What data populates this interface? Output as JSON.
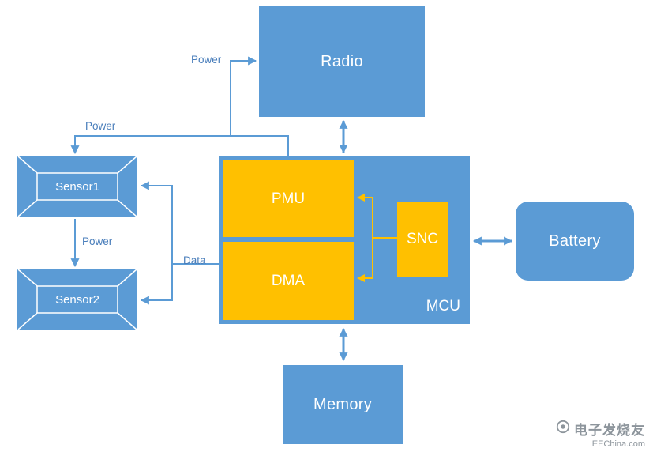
{
  "blocks": {
    "radio": "Radio",
    "mcu": "MCU",
    "pmu": "PMU",
    "dma": "DMA",
    "snc": "SNC",
    "battery": "Battery",
    "memory": "Memory",
    "sensor1": "Sensor1",
    "sensor2": "Sensor2"
  },
  "labels": {
    "power_to_radio": "Power",
    "power_to_sensor1": "Power",
    "power_to_sensor2": "Power",
    "data": "Data"
  },
  "colors": {
    "block_blue": "#5B9BD5",
    "block_orange": "#FFC000",
    "edge_label_blue": "#4A7EBB",
    "block_text_white": "#FFFFFF",
    "watermark_gray": "#8d959c"
  },
  "watermark": {
    "brand": "电子发烧友",
    "site": "EEChina.com"
  }
}
